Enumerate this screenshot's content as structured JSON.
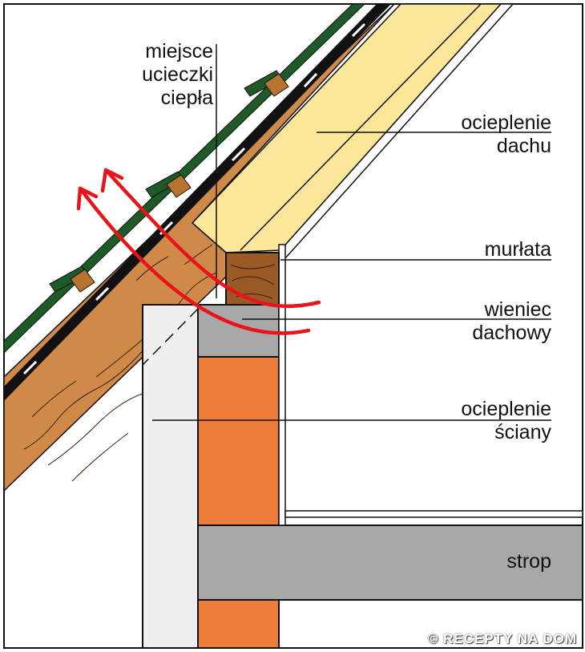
{
  "labels": {
    "heat_leak": [
      "miejsce",
      "ucieczki ciepła"
    ],
    "roof_insulation": [
      "ocieplenie",
      "dachu"
    ],
    "wall_plate": [
      "murłata"
    ],
    "ring_beam": [
      "wieniec",
      "dachowy"
    ],
    "wall_insulation": [
      "ocieplenie",
      "ściany"
    ],
    "ceiling": [
      "strop"
    ]
  },
  "watermark": "© RECEPTY NA DOM",
  "colors": {
    "tile": "#1e5a28",
    "wood": "#cf8a4a",
    "insulation": "#fbe79a",
    "concrete": "#a8a8a8",
    "brick": "#ef7d3a",
    "wall_insulation": "#efefef",
    "arrow": "#e8141a"
  }
}
